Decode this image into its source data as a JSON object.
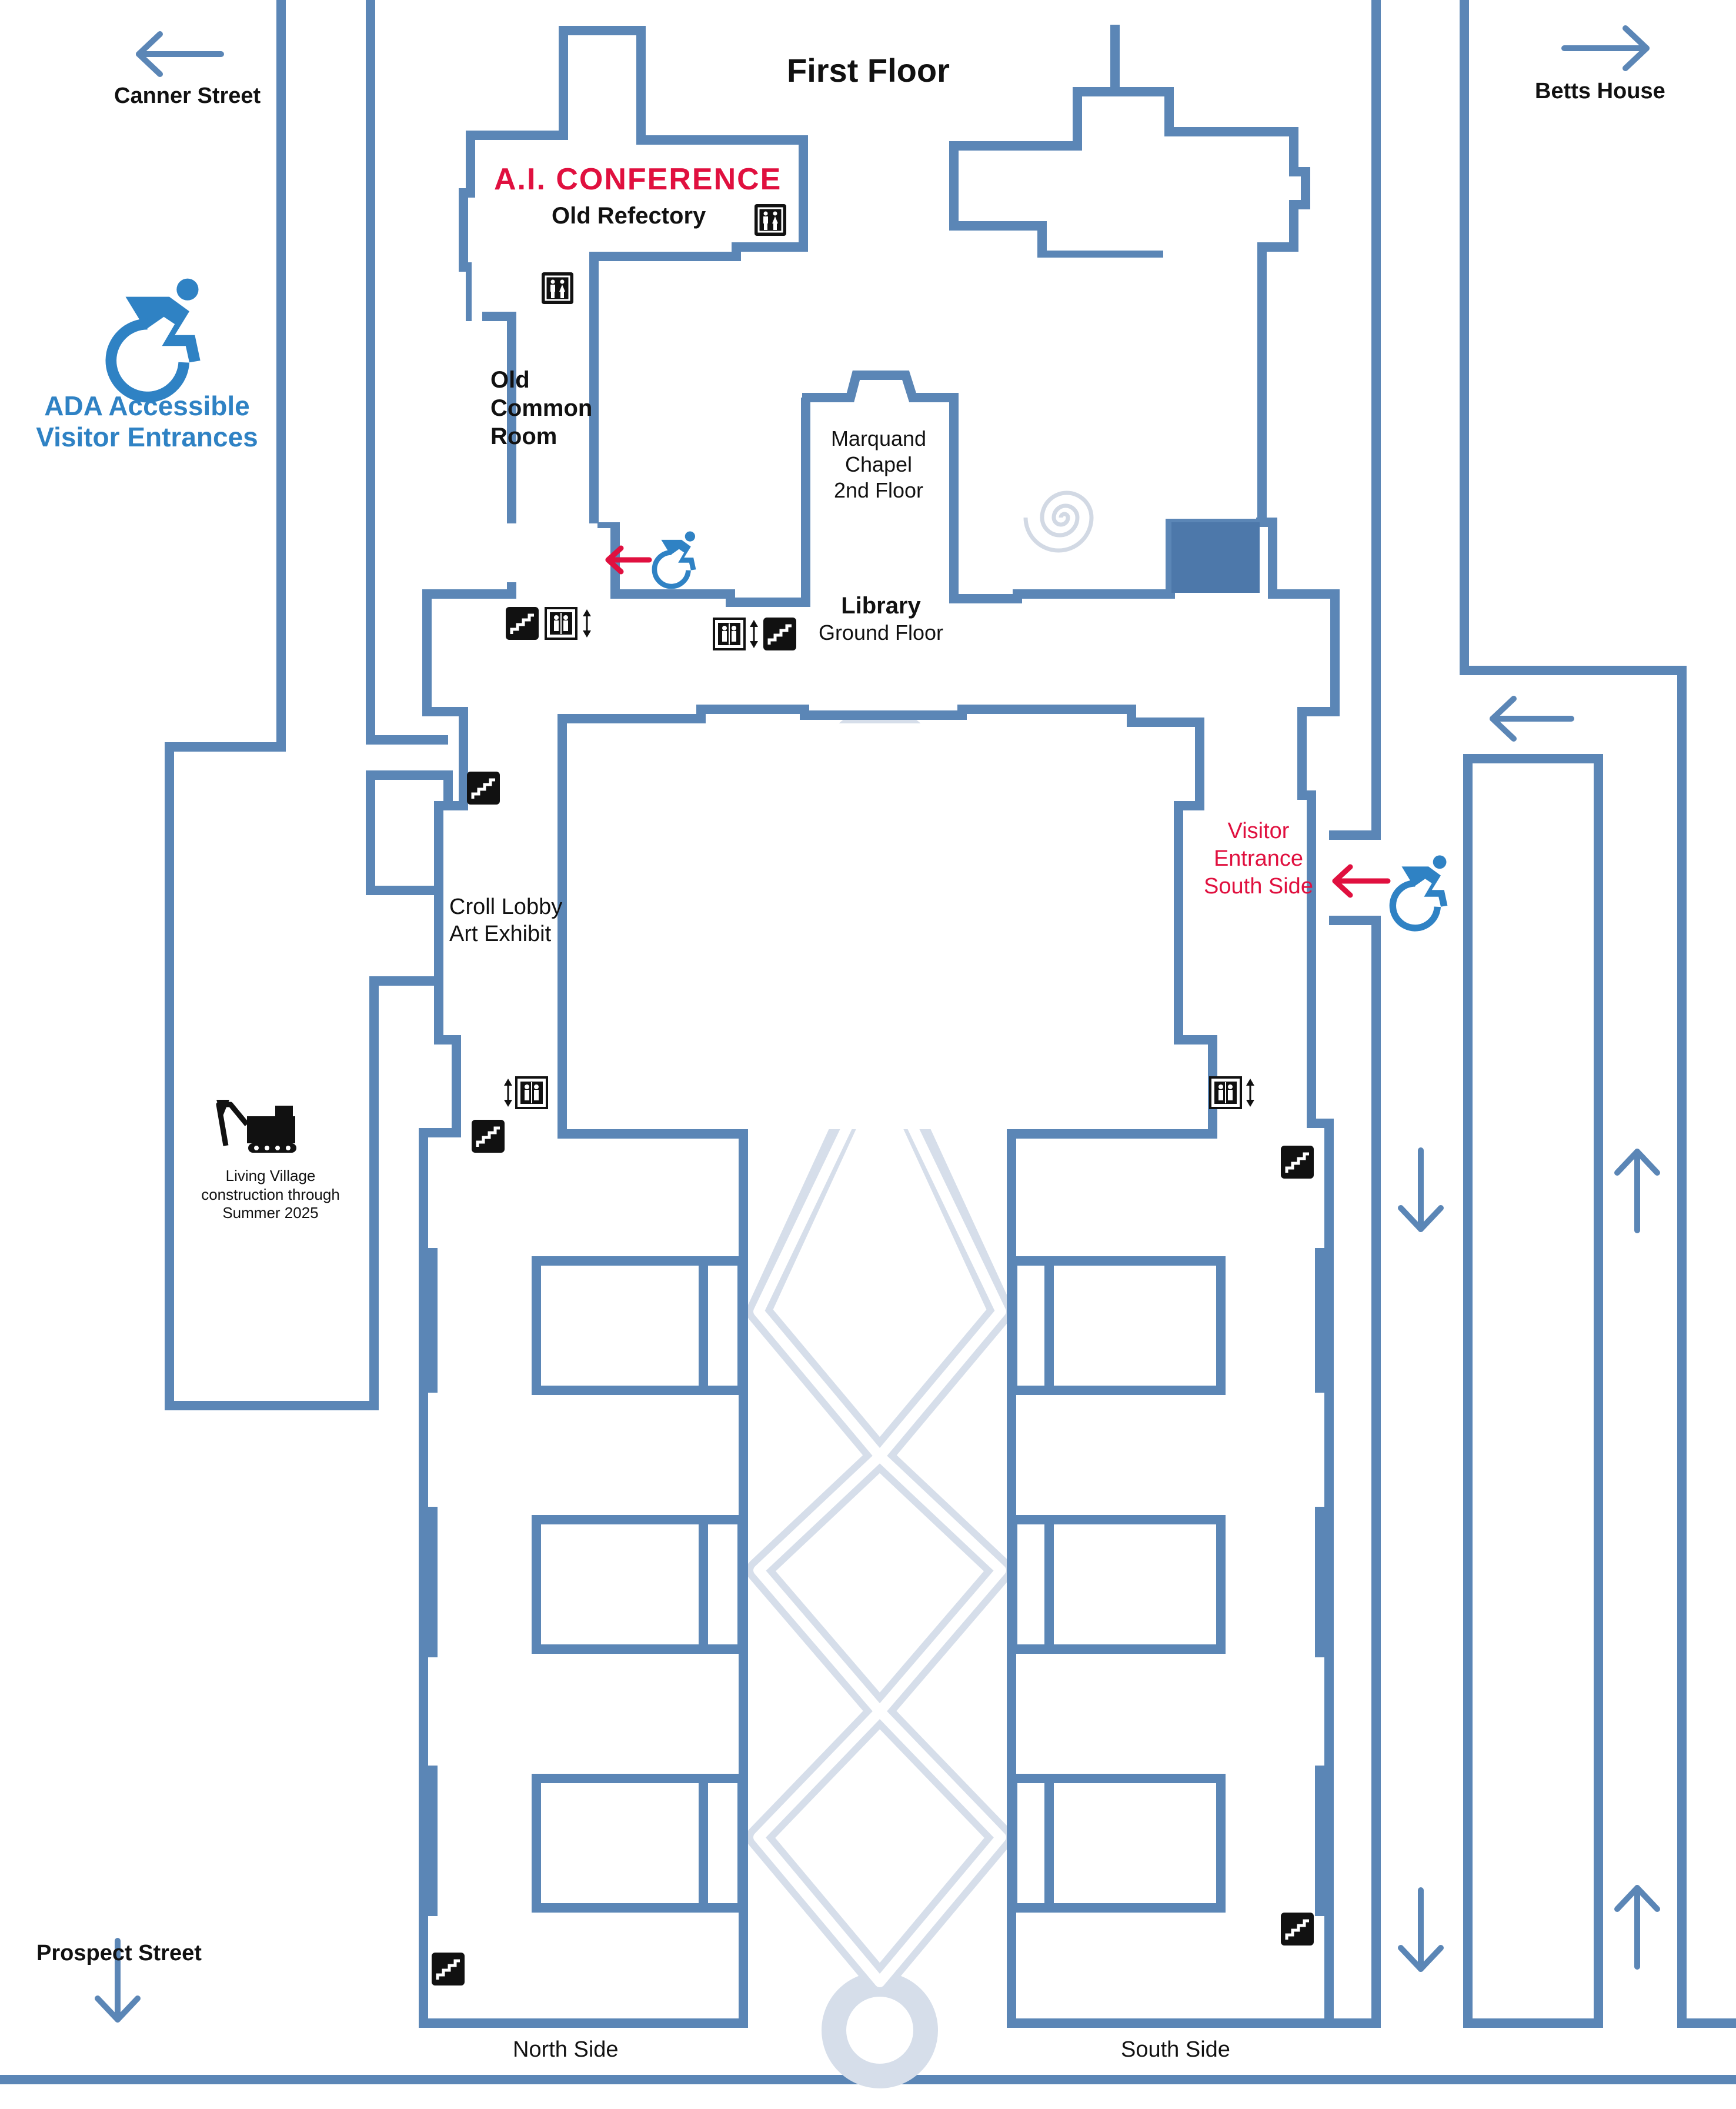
{
  "title": "First Floor",
  "streets": {
    "canner": "Canner Street",
    "betts": "Betts House",
    "prospect": "Prospect Street"
  },
  "ada": {
    "line1": "ADA Accessible",
    "line2": "Visitor Entrances"
  },
  "rooms": {
    "conference": "A.I. CONFERENCE",
    "refectory": "Old Refectory",
    "common_room": [
      "Old",
      "Common",
      "Room"
    ],
    "chapel": [
      "Marquand",
      "Chapel",
      "2nd Floor"
    ],
    "library": [
      "Library",
      "Ground Floor"
    ],
    "croll": [
      "Croll Lobby",
      "Art Exhibit"
    ],
    "visitor_entrance": [
      "Visitor",
      "Entrance",
      "South Side"
    ],
    "construction": [
      "Living Village",
      "construction through",
      "Summer 2025"
    ],
    "north_side": "North Side",
    "south_side": "South Side"
  },
  "colors": {
    "wall": "#5b86b6",
    "wall_dark": "#4d78aa",
    "path": "#d6deea",
    "accent_red": "#e0103f",
    "accent_blue": "#2f82c4",
    "icon": "#111111"
  },
  "icons": {
    "accessible": "wheelchair-icon",
    "restroom": "restroom-icon",
    "stairs": "stairs-icon",
    "elevator": "elevator-icon",
    "construction": "excavator-icon",
    "arrow": "arrow-icon",
    "labyrinth": "spiral-icon"
  }
}
